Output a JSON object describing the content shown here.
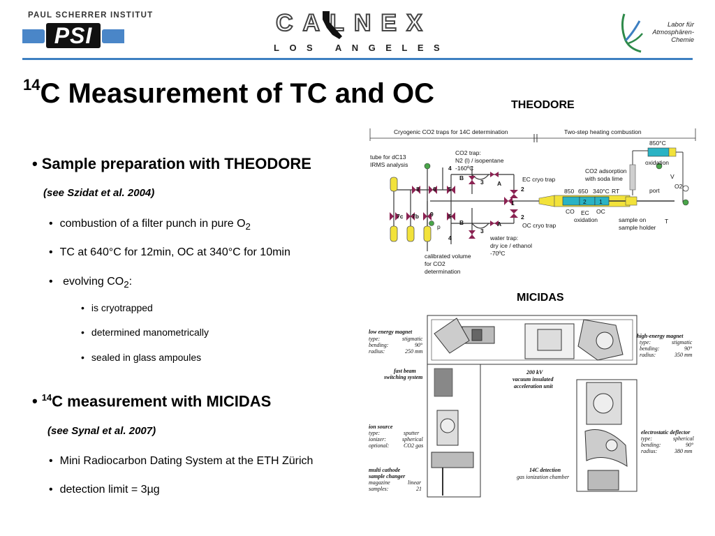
{
  "header": {
    "psi_name": "PAUL SCHERRER INSTITUT",
    "psi_logo": "PSI",
    "calnex_logo": "CALNEX",
    "calnex_sub": "LOS ANGELES",
    "lac_lines": [
      "Labor für",
      "Atmosphären-",
      "Chemie"
    ]
  },
  "title": {
    "sup": "14",
    "text": "C Measurement of TC and OC"
  },
  "captions": {
    "theodore": "THEODORE",
    "micidas": "MICIDAS"
  },
  "bullets": {
    "sample_prep": "Sample preparation with THEODORE",
    "sample_ref": "(see Szidat et al. 2004)",
    "combustion_pre": "combustion of a filter punch in pure O",
    "combustion_sub": "2",
    "tc_oc": "TC at 640°C for 12min, OC at 340°C for 10min",
    "evolving_pre": "evolving CO",
    "evolving_sub": "2",
    "evolving_post": ":",
    "sub_items": [
      "is cryotrapped",
      "determined manometrically",
      "sealed in glass ampoules"
    ],
    "micidas_sup": "14",
    "micidas": "C measurement with MICIDAS",
    "micidas_ref": "(see Synal et al. 2007)",
    "mini_radio": "Mini Radiocarbon Dating System at the ETH Zürich",
    "detection": "detection limit = 3µg"
  },
  "theodore_diagram": {
    "hdr_left": "Cryogenic CO2 traps for 14C determination",
    "hdr_right": "Two-step heating combustion",
    "tube_dc13": [
      "tube for dC13",
      "IRMS analysis"
    ],
    "co2_trap": [
      "CO2 trap:",
      "N2 (l) / isopentane",
      "-160ºC"
    ],
    "ec_cryo": "EC cryo trap",
    "oc_cryo": "OC cryo trap",
    "co2_adsorption": [
      "CO2 adsorption",
      "with soda lime"
    ],
    "oxidation_top": "oxidation",
    "temp_850": "850°C",
    "port": "port",
    "temps": [
      "850",
      "650",
      "340°C",
      "RT"
    ],
    "zone_nums": [
      "2",
      "1"
    ],
    "co_ec_oc": [
      "CO",
      "EC",
      "OC"
    ],
    "oxidation_bottom": "oxidation",
    "sample_holder": [
      "sample on",
      "sample holder"
    ],
    "water_trap": [
      "water trap:",
      "dry ice / ethanol",
      "-70ºC"
    ],
    "calibrated": [
      "calibrated volume",
      "for CO2",
      "determination"
    ],
    "valves": [
      "8",
      "6",
      "5",
      "4",
      "3",
      "2",
      "1",
      "7c",
      "7b",
      "9",
      "5",
      "4",
      "3",
      "2"
    ],
    "letters": [
      "B",
      "A",
      "B",
      "A",
      "p",
      "V",
      "O2",
      "T"
    ]
  },
  "micidas_diagram": {
    "low_energy": [
      "low energy magnet",
      "type:",
      "stigmatic",
      "bending:",
      "90°",
      "radius:",
      "250 mm"
    ],
    "high_energy": [
      "high-energy magnet",
      "type:",
      "stigmatic",
      "bending:",
      "90°",
      "radius:",
      "350 mm"
    ],
    "fast_beam": [
      "fast beam",
      "switching system"
    ],
    "accel": [
      "200 kV",
      "vacuum insulated",
      "acceleration unit"
    ],
    "ion_source": [
      "ion source",
      "type:",
      "sputter",
      "ionizer:",
      "spherical",
      "optional:",
      "CO2 gas"
    ],
    "electrostatic": [
      "electrostatic deflector",
      "type:",
      "spherical",
      "bending:",
      "90°",
      "radius:",
      "380 mm"
    ],
    "multi_cathode": [
      "multi cathode",
      "sample changer",
      "magazine",
      "linear",
      "samples:",
      "21"
    ],
    "detection": [
      "14C detection",
      "gas ionization chamber"
    ]
  },
  "colors": {
    "accent": "#3d7fc1",
    "valve": "#8b2252",
    "cyan": "#2ab3c4",
    "yellow": "#f2e23a"
  }
}
